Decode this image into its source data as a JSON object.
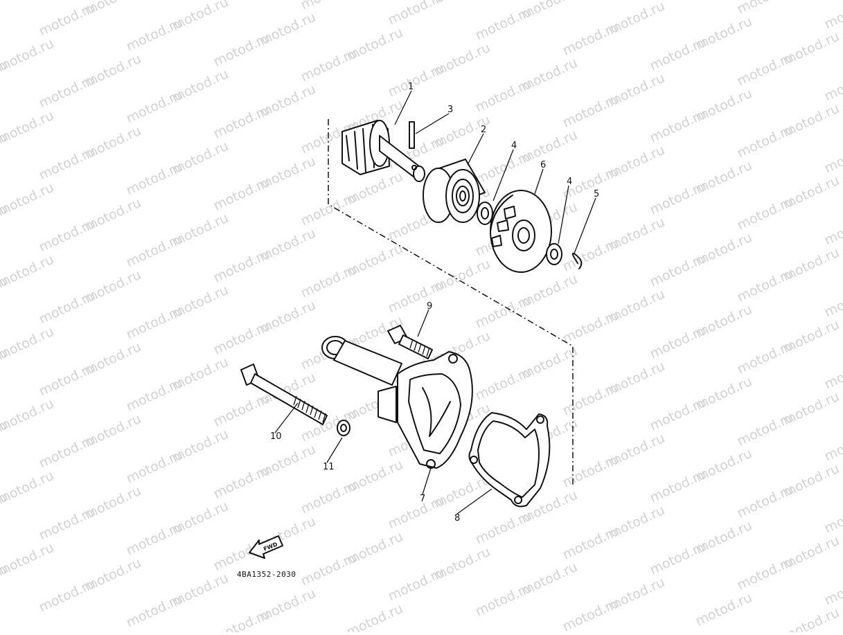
{
  "watermark": {
    "text": "motod.ru",
    "color": "#d2d2d2"
  },
  "drawing": {
    "code": "4BA1352-2030",
    "fwd_label": "FWD"
  },
  "callouts": [
    "1",
    "2",
    "3",
    "4",
    "4",
    "5",
    "6",
    "7",
    "8",
    "9",
    "10",
    "11"
  ],
  "colors": {
    "line": "#111111",
    "background": "#ffffff"
  }
}
